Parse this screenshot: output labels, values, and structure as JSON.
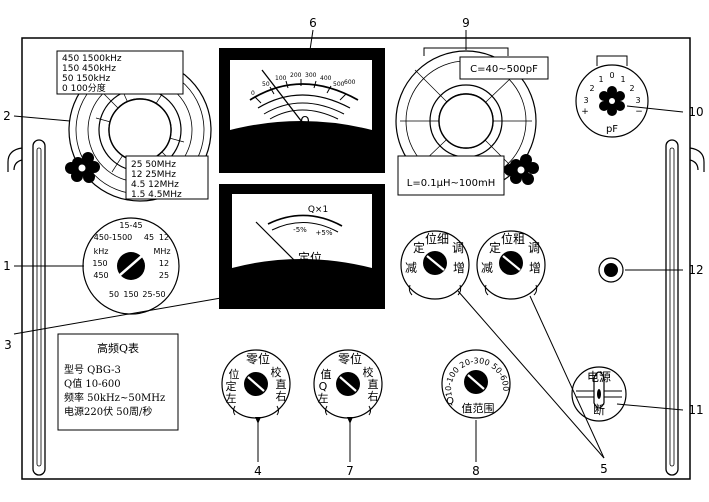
{
  "callouts": [
    "1",
    "2",
    "3",
    "4",
    "5",
    "6",
    "7",
    "8",
    "9",
    "10",
    "11",
    "12"
  ],
  "range_card_top": [
    "450 1500kHz",
    "150 450kHz",
    "50 150kHz",
    "0 100分度"
  ],
  "range_card_bottom": [
    "25 50MHz",
    "12 25MHz",
    "4.5 12MHz",
    "1.5 4.5MHz"
  ],
  "q_meter": {
    "ticks": [
      "0",
      "50",
      "100",
      "200",
      "300",
      "400",
      "500",
      "600"
    ],
    "label": "Q"
  },
  "lower_meter": {
    "header": "Q×1",
    "minus": "-5%",
    "plus": "+5%",
    "label": "定位"
  },
  "cap_card": {
    "range": "C=40~500pF",
    "inductance": "L=0.1μH~100mH"
  },
  "pf_dial": {
    "ticks": [
      "0",
      "1",
      "2",
      "3",
      "1",
      "2",
      "3"
    ],
    "signs": [
      "+",
      "−"
    ],
    "unit": "pF"
  },
  "band_switch": {
    "labels": [
      "15-45",
      "450-1500",
      "45",
      "12",
      "kHz",
      "MHz",
      "150",
      "12",
      "450",
      "25",
      "50",
      "150",
      "25-50"
    ]
  },
  "fine_knob": {
    "top": "位细",
    "left": "定",
    "right": "调",
    "bl": "减",
    "br": "增"
  },
  "coarse_knob": {
    "top": "位粗",
    "left": "定",
    "right": "调",
    "bl": "减",
    "br": "增"
  },
  "info_plate": {
    "title": "高频Q表",
    "model": "型号 QBG-3",
    "q_range": "Q值 10-600",
    "freq": "频率 50kHz~50MHz",
    "power": "电源220伏 50周/秒"
  },
  "zero_knob_4": {
    "top": "零位",
    "left1": "位",
    "left2": "定",
    "left3": "左",
    "right1": "校",
    "right2": "直",
    "right3": "右"
  },
  "zero_knob_7": {
    "top": "零位",
    "left1": "值",
    "left2": "Q",
    "left3": "左",
    "right1": "校",
    "right2": "直",
    "right3": "右"
  },
  "q_range_knob": {
    "arc": "10-100 20-300 50-600",
    "q": "Q",
    "bottom": "值范围"
  },
  "power_switch": {
    "top": "电源",
    "bottom": "断"
  }
}
